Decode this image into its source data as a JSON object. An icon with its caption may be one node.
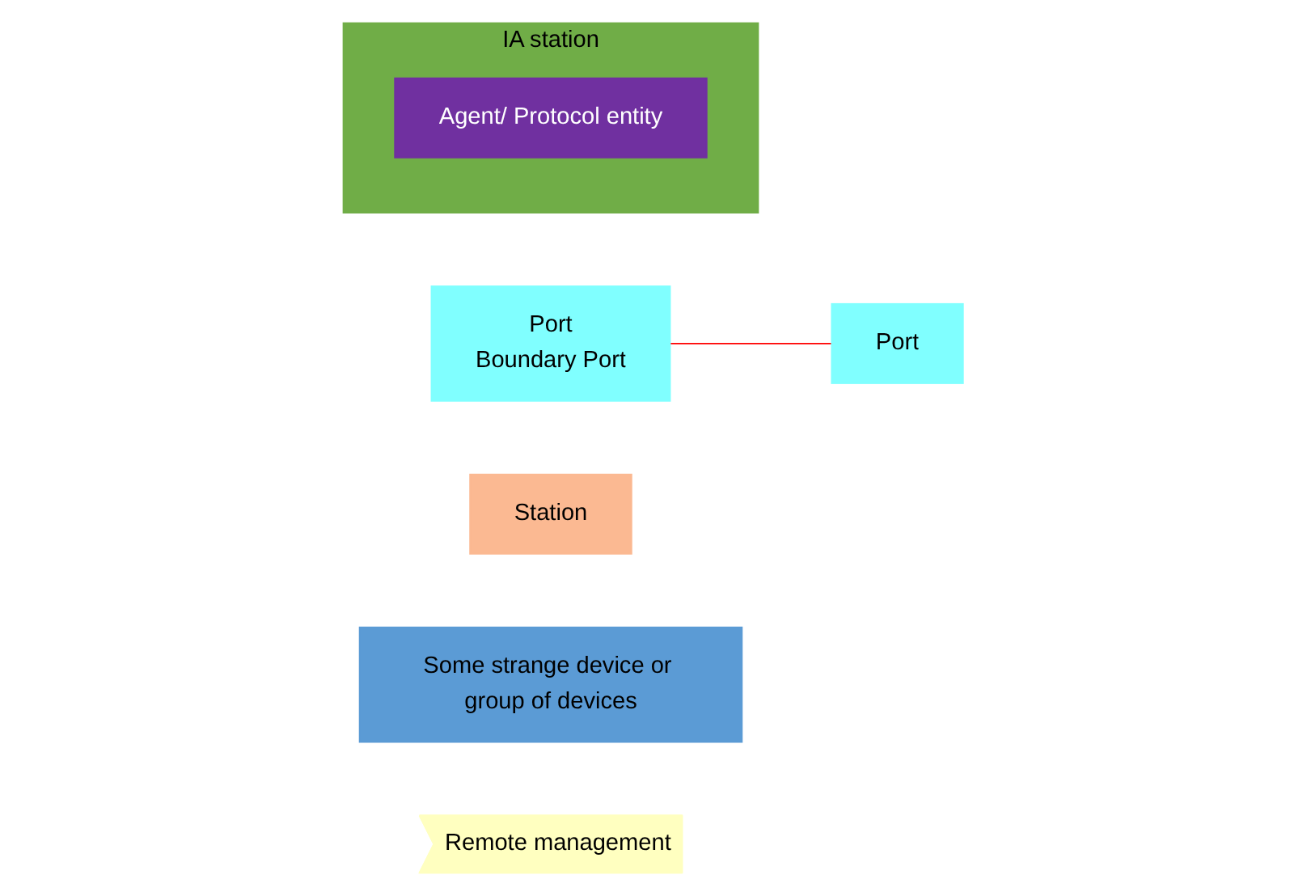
{
  "diagram": {
    "nodes": [
      {
        "text": [
          "IA station"
        ]
      },
      {
        "text": [
          "Agent/ Protocol entity"
        ],
        "in": 0
      },
      {
        "text": [
          "Port",
          "Boundary Port"
        ]
      },
      {
        "text": [
          "Port"
        ]
      },
      {
        "text": [
          "Station"
        ]
      },
      {
        "text": [
          "Some strange device or group of devices"
        ]
      },
      {
        "text": [
          "Remote management"
        ]
      }
    ],
    "edges": [
      {
        "from": 2,
        "to": 3,
        "arrow": "none",
        "color": "#ff0000"
      }
    ]
  }
}
